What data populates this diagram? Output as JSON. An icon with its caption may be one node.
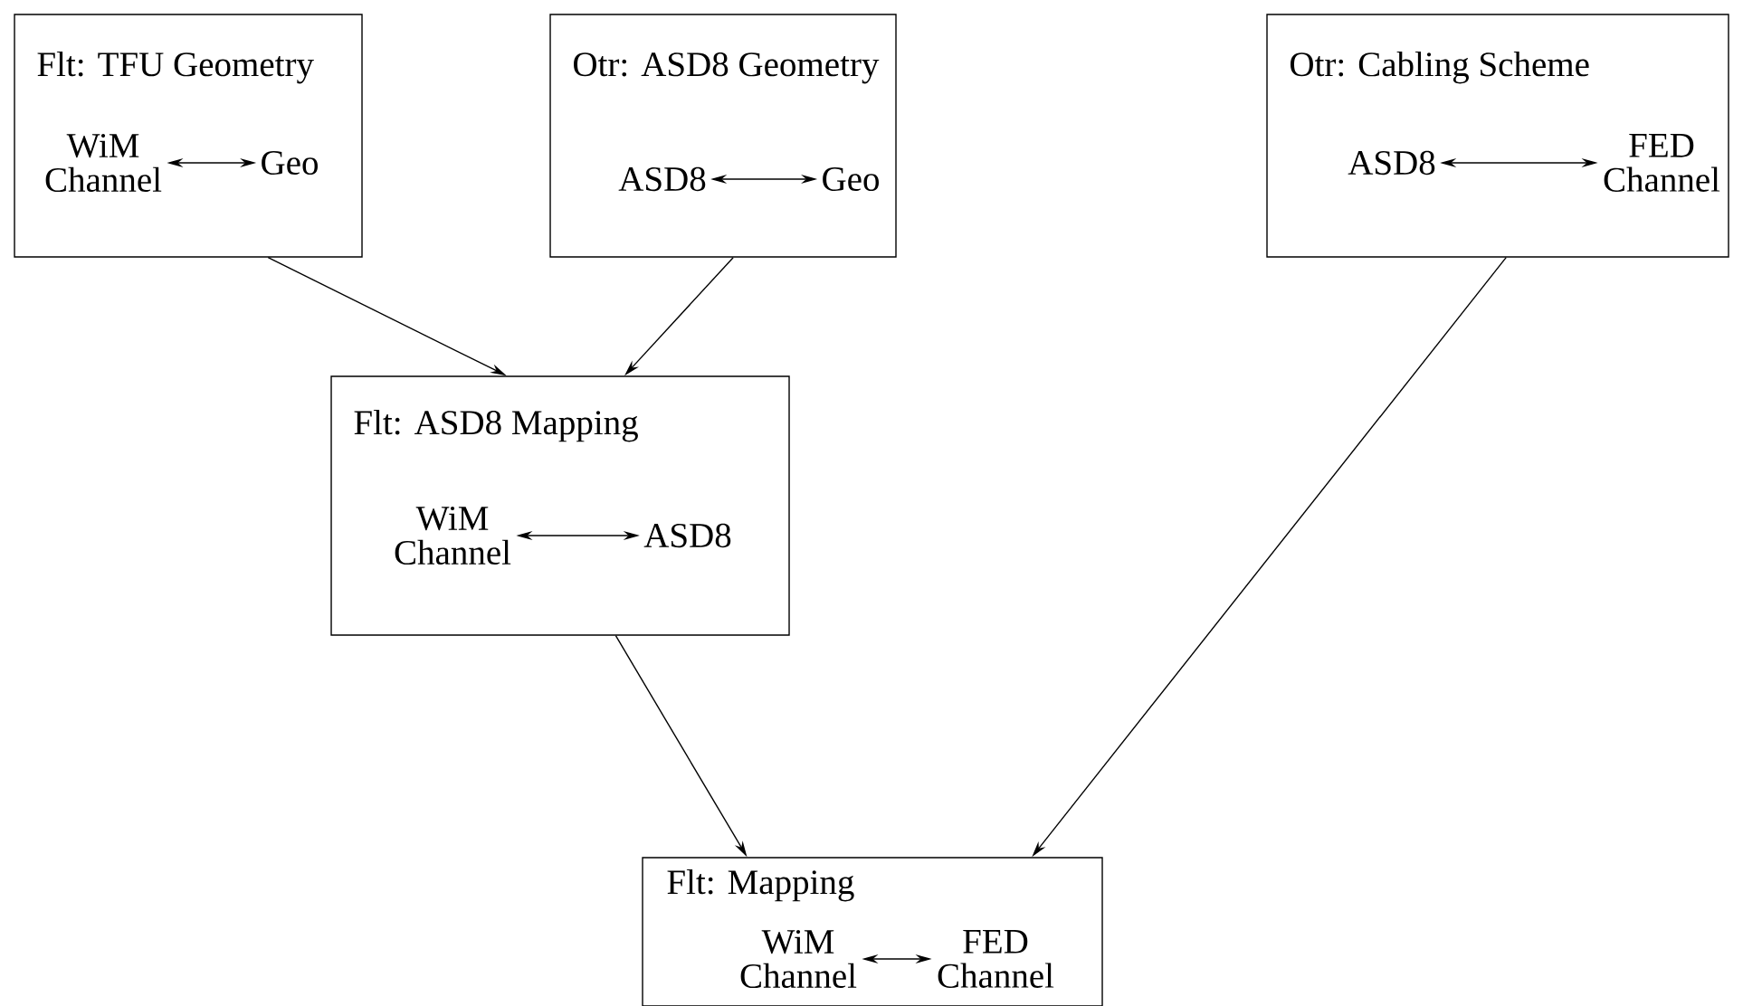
{
  "diagram": {
    "nodes": [
      {
        "text": [
          "Flt: TFU Geometry"
        ]
      },
      {
        "text": [
          "WiM Channel"
        ],
        "in": 0
      },
      {
        "text": [
          "Geo"
        ],
        "in": 0
      },
      {
        "text": [
          "Otr: ASD8 Geometry"
        ]
      },
      {
        "text": [
          "ASD8"
        ],
        "in": 3
      },
      {
        "text": [
          "Geo"
        ],
        "in": 3
      },
      {
        "text": [
          "Otr: Cabling Scheme"
        ]
      },
      {
        "text": [
          "ASD8"
        ],
        "in": 6
      },
      {
        "text": [
          "FED Channel"
        ],
        "in": 6
      },
      {
        "text": [
          "Flt: ASD8 Mapping"
        ]
      },
      {
        "text": [
          "WiM Channel"
        ],
        "in": 9
      },
      {
        "text": [
          "ASD8"
        ],
        "in": 9
      },
      {
        "text": [
          "Flt: Mapping"
        ]
      },
      {
        "text": [
          "WiM Channel"
        ],
        "in": 12
      },
      {
        "text": [
          "FED Channel"
        ],
        "in": 12
      }
    ],
    "edges": [
      {
        "from": 1,
        "to": 2,
        "arrow": "both"
      },
      {
        "from": 4,
        "to": 5,
        "arrow": "both"
      },
      {
        "from": 7,
        "to": 8,
        "arrow": "both"
      },
      {
        "from": 10,
        "to": 11,
        "arrow": "both"
      },
      {
        "from": 13,
        "to": 14,
        "arrow": "both"
      },
      {
        "from": 0,
        "to": 9,
        "arrow": "to"
      },
      {
        "from": 3,
        "to": 9,
        "arrow": "to"
      },
      {
        "from": 6,
        "to": 12,
        "arrow": "to"
      },
      {
        "from": 9,
        "to": 12,
        "arrow": "to"
      }
    ]
  }
}
